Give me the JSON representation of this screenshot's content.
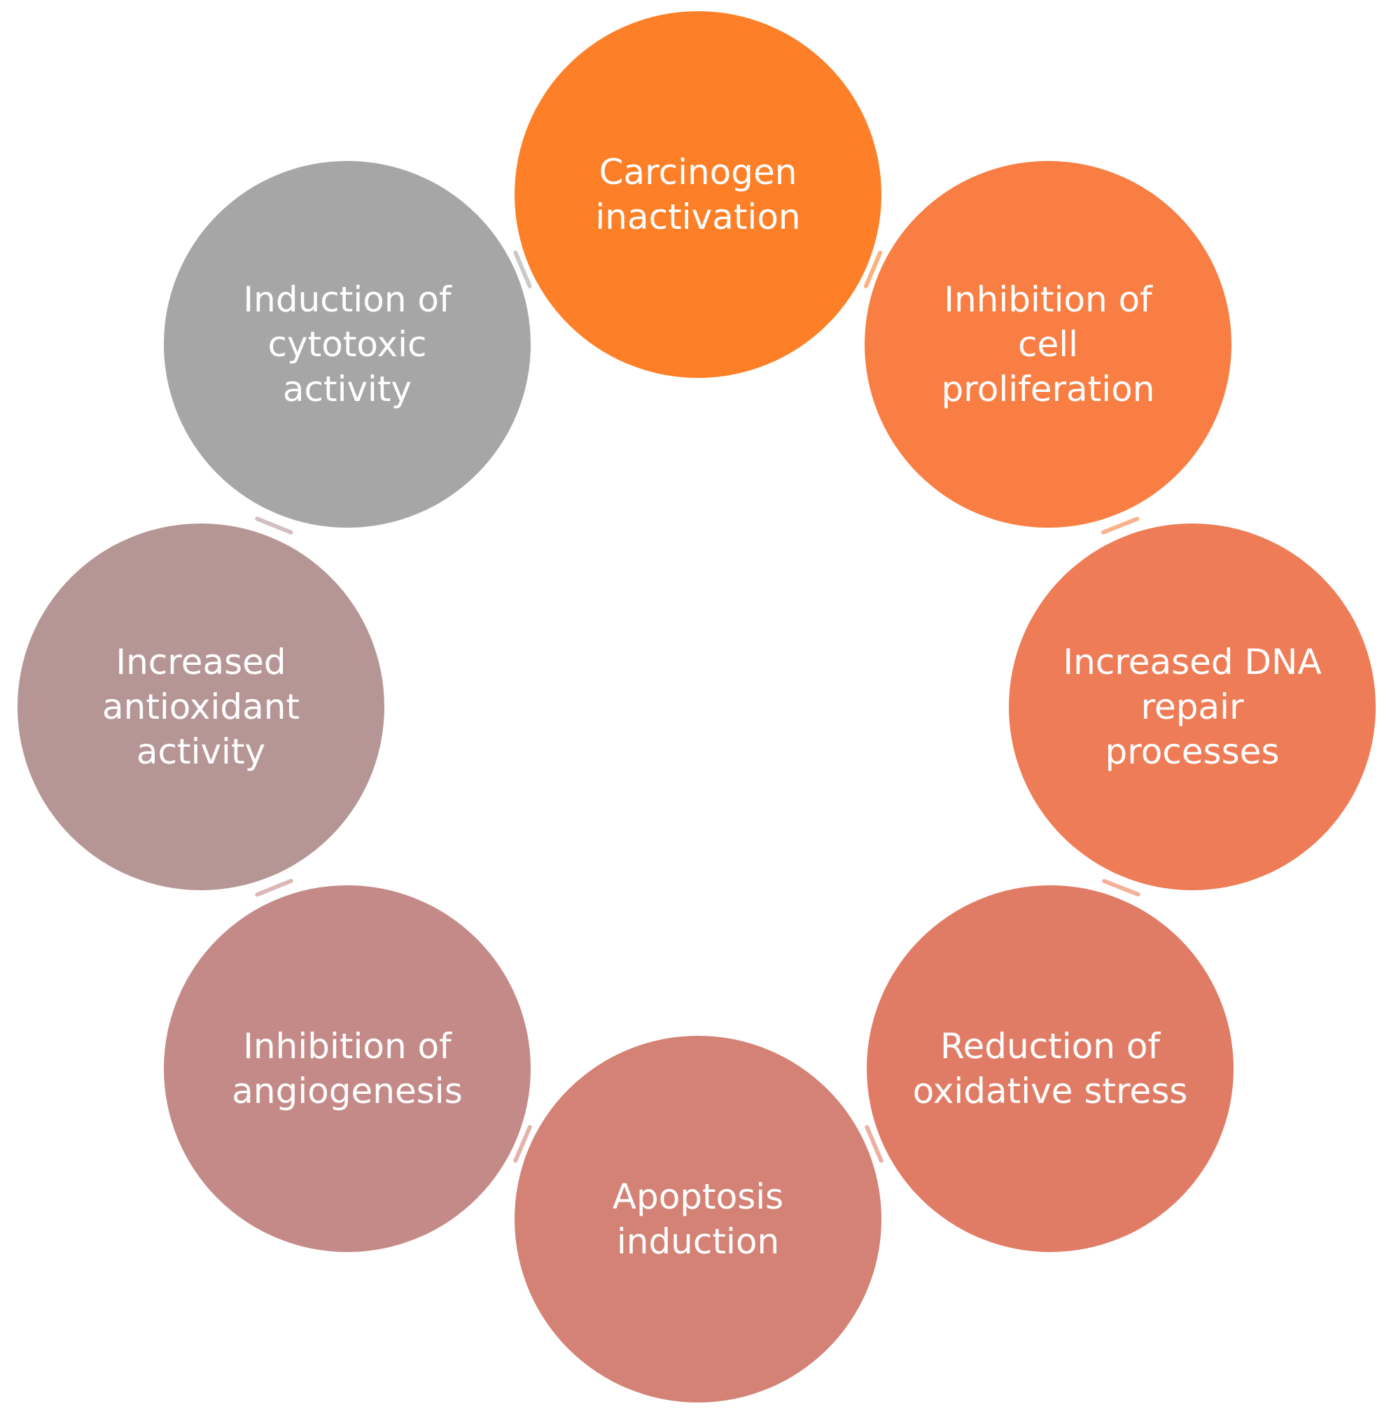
{
  "nodes": [
    {
      "id": "carcinogen-inactivation",
      "lines": [
        "Carcinogen",
        "inactivation"
      ],
      "color": "#FD7F27"
    },
    {
      "id": "inhibition-of-cell-proliferation",
      "lines": [
        "Inhibition of",
        "cell",
        "proliferation"
      ],
      "color": "#F97E43"
    },
    {
      "id": "increased-dna-repair-processes",
      "lines": [
        "Increased DNA",
        "repair",
        "processes"
      ],
      "color": "#EE7C56"
    },
    {
      "id": "reduction-of-oxidative-stress",
      "lines": [
        "Reduction of",
        "oxidative stress"
      ],
      "color": "#E07C65"
    },
    {
      "id": "apoptosis-induction",
      "lines": [
        "Apoptosis",
        "induction"
      ],
      "color": "#D38275"
    },
    {
      "id": "inhibition-of-angiogenesis",
      "lines": [
        "Inhibition of",
        "angiogenesis"
      ],
      "color": "#C48A88"
    },
    {
      "id": "increased-antioxidant-activity",
      "lines": [
        "Increased",
        "antioxidant",
        "activity"
      ],
      "color": "#B69695"
    },
    {
      "id": "induction-of-cytotoxic-activity",
      "lines": [
        "Induction of",
        "cytotoxic",
        "activity"
      ],
      "color": "#A6A6A6"
    }
  ]
}
